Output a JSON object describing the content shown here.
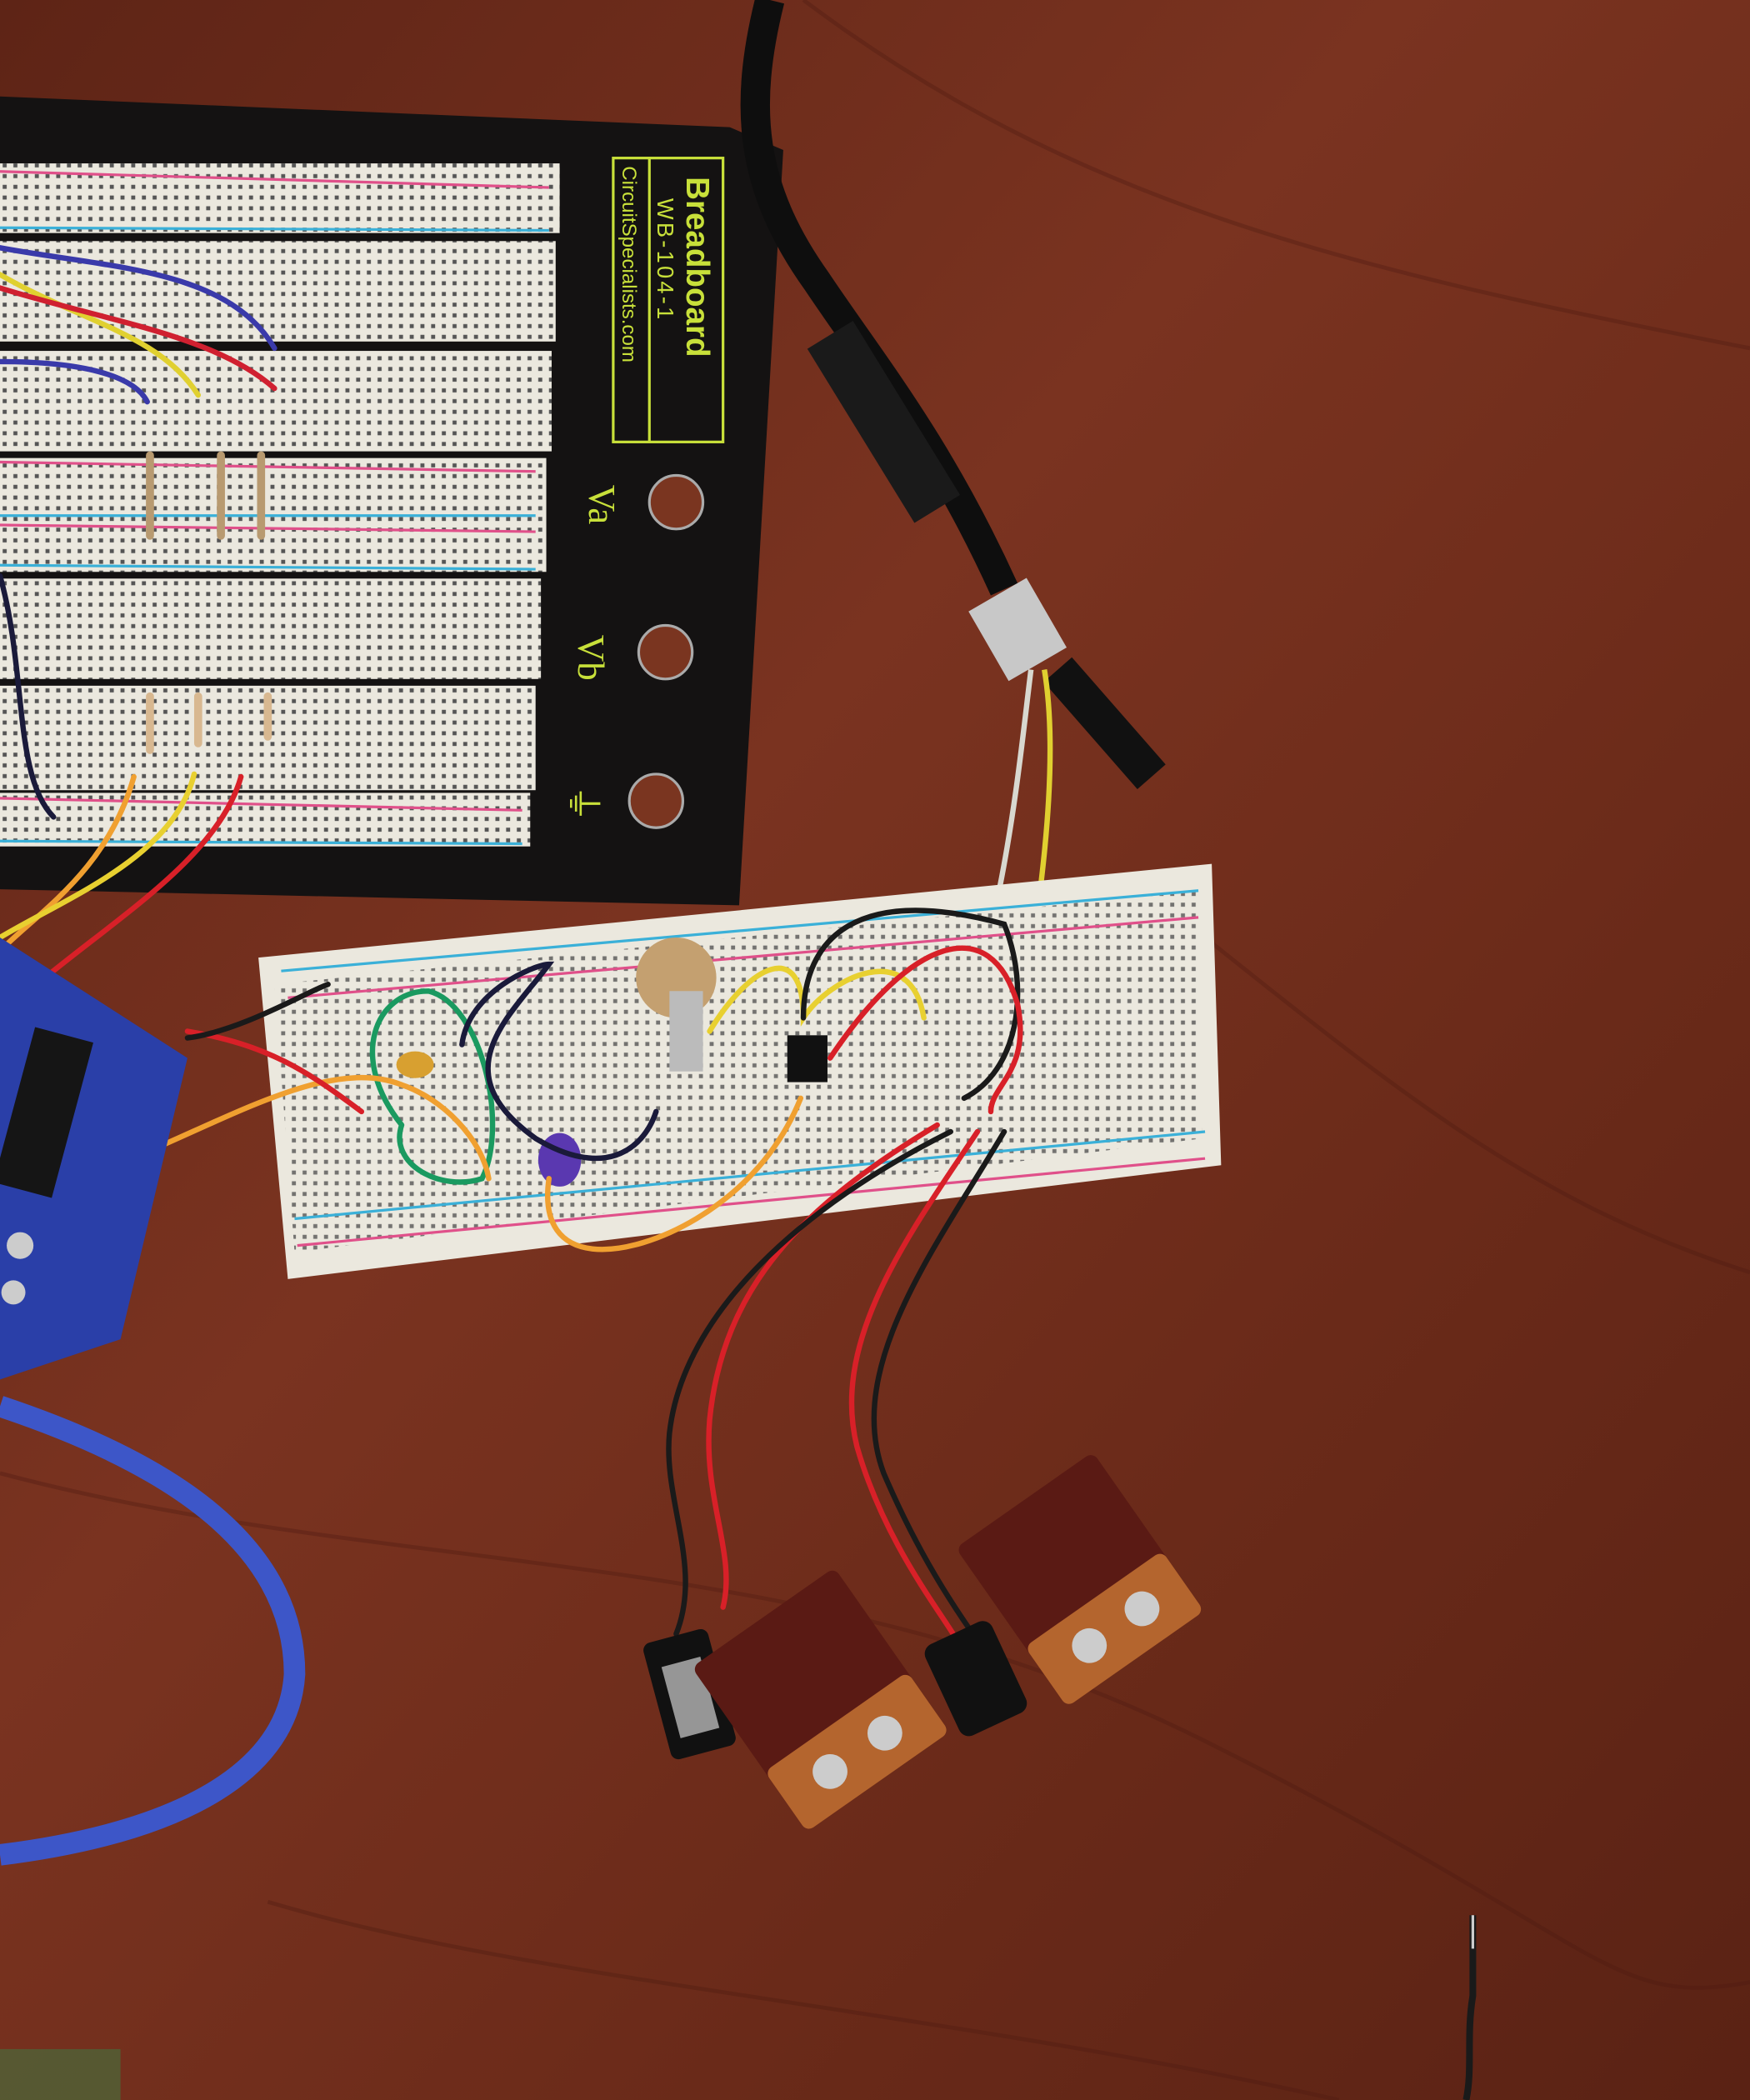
{
  "photo": {
    "subject": "",
    "board_label": {
      "brand": "Breadboard",
      "model": "WB-104-1",
      "website": "CircuitSpecialists.com"
    },
    "terminals": [
      "Va",
      "Vb",
      "⏚"
    ],
    "colors": {
      "wood": "#6a2b1a",
      "board_black": "#141212",
      "breadboard_white": "#ebe8de",
      "label_green": "#c8e03a",
      "usb_blue": "#3d56c8",
      "battery_copper": "#b4652e"
    }
  }
}
